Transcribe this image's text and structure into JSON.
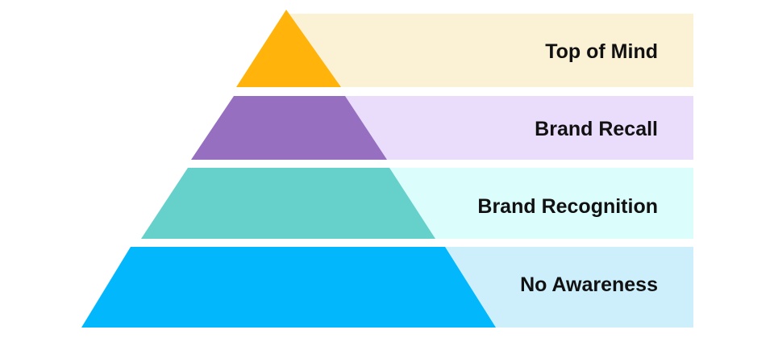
{
  "diagram": {
    "type": "pyramid",
    "layers": [
      {
        "label": "Top of Mind",
        "color": "#FFB30B",
        "band_color": "#FBF2D6"
      },
      {
        "label": "Brand Recall",
        "color": "#976FC1",
        "band_color": "#EADCFB"
      },
      {
        "label": "Brand Recognition",
        "color": "#66D0CB",
        "band_color": "#DBFDFB"
      },
      {
        "label": "No Awareness",
        "color": "#03B7FD",
        "band_color": "#CDEFFC"
      }
    ]
  }
}
